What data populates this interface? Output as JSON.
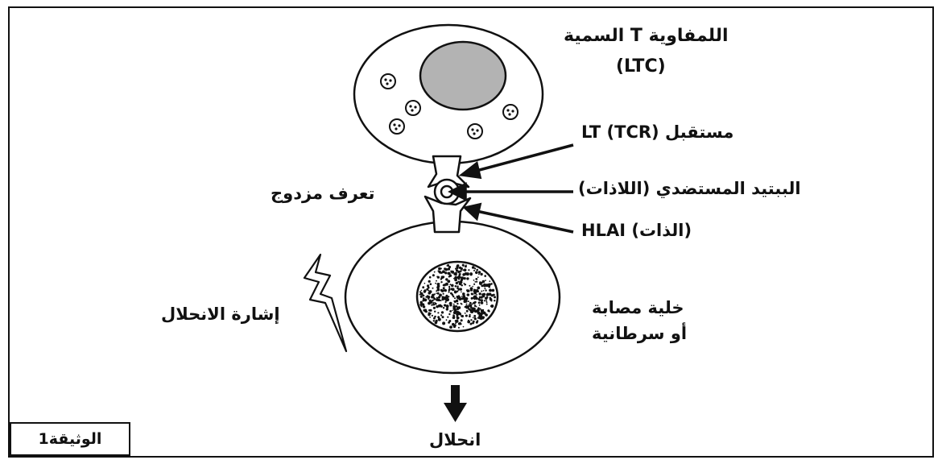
{
  "labels": {
    "ltc_title": "اللمفاوية T السمية",
    "ltc_abbr": "(LTC)",
    "tcr": "مستقبل LT (TCR)",
    "peptide": "الببتيد المستضدي (اللاذات)",
    "hla": "HLAI (الذات)",
    "double_recognition": "تعرف مزدوج",
    "infected_cell_line1": "خلية مصابة",
    "infected_cell_line2": "أو سرطانية",
    "lysis_signal": "إشارة الانحلال",
    "lysis": "انحلال",
    "document": "الوثيقة1"
  },
  "colors": {
    "outline": "#111111",
    "nucleus_fill": "#b3b3b3",
    "background": "#ffffff"
  }
}
